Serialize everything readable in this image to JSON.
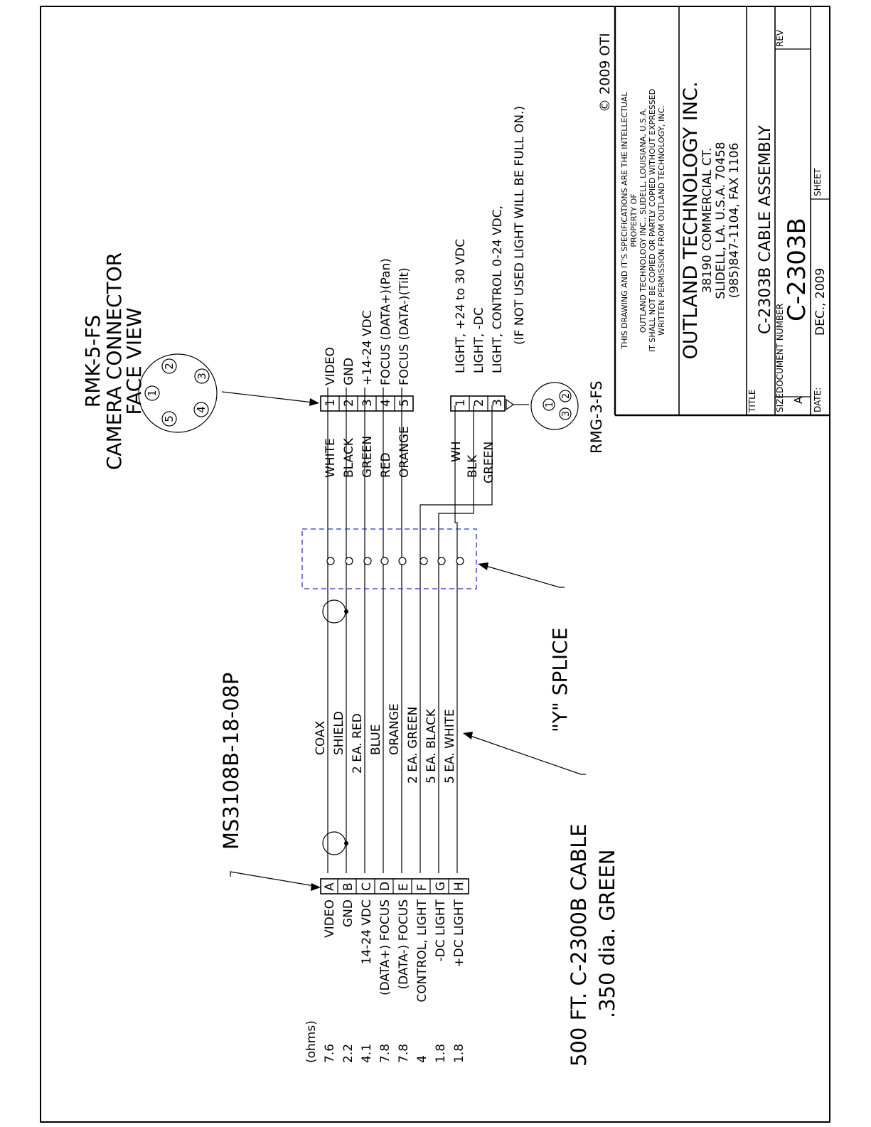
{
  "camera_connector": {
    "part": "RMK-5-FS",
    "line1": "CAMERA CONNECTOR",
    "line2": "FACE VIEW",
    "pins": [
      "1",
      "2",
      "3",
      "4",
      "5"
    ],
    "wire_colors": [
      "WHITE",
      "BLACK",
      "GREEN",
      "RED",
      "ORANGE"
    ],
    "functions": [
      "VIDEO",
      "GND",
      "+14-24 VDC",
      "FOCUS (DATA+)(Pan)",
      "FOCUS (DATA-)(Tilt)"
    ]
  },
  "light_connector": {
    "part": "RMG-3-FS",
    "pins": [
      "1",
      "2",
      "3"
    ],
    "wire_colors": [
      "WH",
      "BLK",
      "GREEN"
    ],
    "functions": [
      "LIGHT, +24 to 30 VDC",
      "LIGHT, -DC",
      "LIGHT, CONTROL 0-24 VDC,"
    ],
    "note": "(IF NOT USED LIGHT WILL BE FULL ON.)"
  },
  "ms_connector": {
    "part": "MS3108B-18-08P",
    "pins": [
      "A",
      "B",
      "C",
      "D",
      "E",
      "F",
      "G",
      "H"
    ],
    "functions": [
      "VIDEO",
      "GND",
      "14-24 VDC",
      "(DATA+) FOCUS",
      "(DATA-) FOCUS",
      "CONTROL, LIGHT",
      "-DC LIGHT",
      "+DC LIGHT"
    ]
  },
  "resistance": {
    "header": "(ohms)",
    "values": [
      "7.6",
      "2.2",
      "4.1",
      "7.8",
      "7.8",
      "4",
      "1.8",
      "1.8"
    ]
  },
  "cable": {
    "conductors": [
      "COAX",
      "SHIELD",
      "2 EA. RED",
      "BLUE",
      "ORANGE",
      "2 EA. GREEN",
      "5 EA. BLACK",
      "5 EA. WHITE"
    ],
    "line1": "500 FT. C-2300B CABLE",
    "line2": ".350 dia. GREEN"
  },
  "splice": {
    "label": "\"Y\" SPLICE",
    "box_color": "#2233cc"
  },
  "copyright": "© 2009 OTI",
  "notice": [
    "THIS DRAWING AND IT'S SPECIFICATIONS ARE THE INTELLECTUAL",
    "PROPERTY OF",
    "OUTLAND TECHNOLOGY INC., SLIDELL, LOUISIANA, U.S.A.",
    "IT SHALL NOT BE COPIED OR PARTLY COPIED WITHOUT EXPRESSED",
    "WRITTEN PERMISSION FROM OUTLAND TECHNOLOGY, INC."
  ],
  "company": {
    "name": "OUTLAND TECHNOLOGY INC.",
    "address1": "38190 COMMERCIAL CT.",
    "address2": "SLIDELL, LA. U.S.A. 70458",
    "phone": "(985)847-1104, FAX 1106"
  },
  "title_block": {
    "title_label": "TITLE",
    "title": "C-2303B CABLE ASSEMBLY",
    "size_label": "SIZE",
    "size": "A",
    "docnum_label": "DOCUMENT NUMBER",
    "docnum": "C-2303B",
    "rev_label": "REV",
    "date_label": "DATE:",
    "date": "DEC., 2009",
    "sheet_label": "SHEET"
  }
}
